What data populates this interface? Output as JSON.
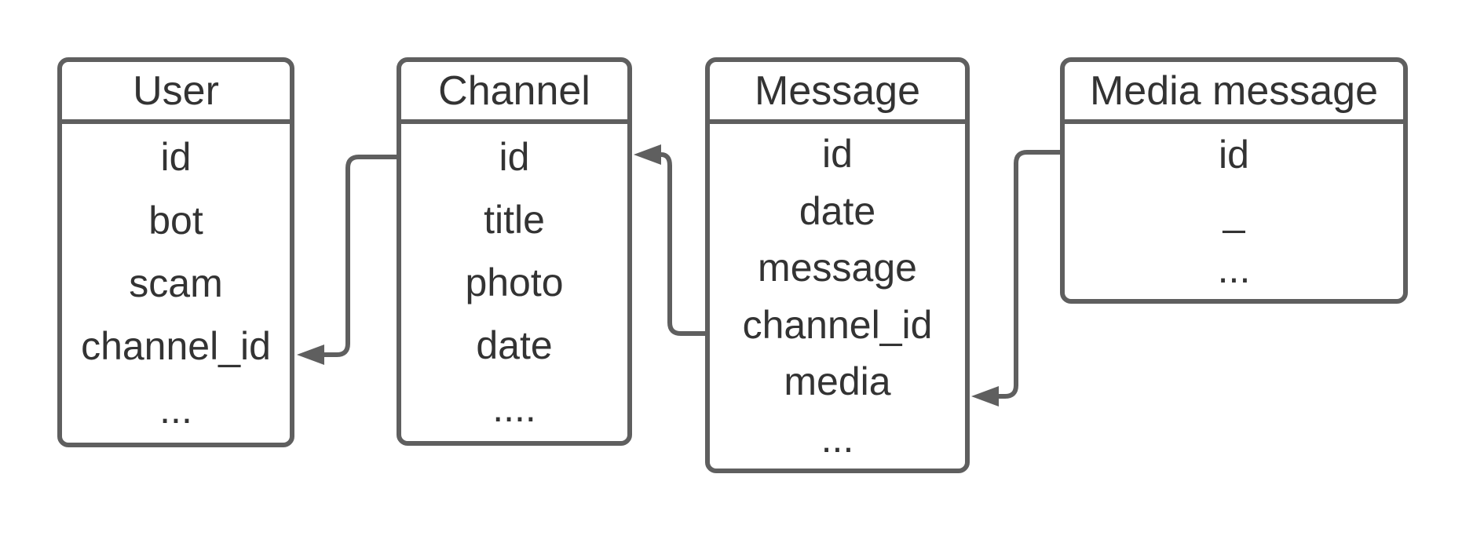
{
  "diagram": {
    "background_color": "#ffffff",
    "line_color": "#5f5f5f",
    "text_color": "#333333"
  },
  "entities": [
    {
      "title": "User",
      "fields": [
        "id",
        "bot",
        "scam",
        "channel_id",
        "..."
      ]
    },
    {
      "title": "Channel",
      "fields": [
        "id",
        "title",
        "photo",
        "date",
        "...."
      ]
    },
    {
      "title": "Message",
      "fields": [
        "id",
        "date",
        "message",
        "channel_id",
        "media",
        "..."
      ]
    },
    {
      "title": "Media message",
      "fields": [
        "id",
        "_",
        "..."
      ]
    }
  ],
  "relationships": [
    {
      "from": "Channel.id",
      "to": "User.channel_id"
    },
    {
      "from": "Message.channel_id",
      "to": "Channel.id"
    },
    {
      "from": "Media message.id",
      "to": "Message.media"
    }
  ]
}
